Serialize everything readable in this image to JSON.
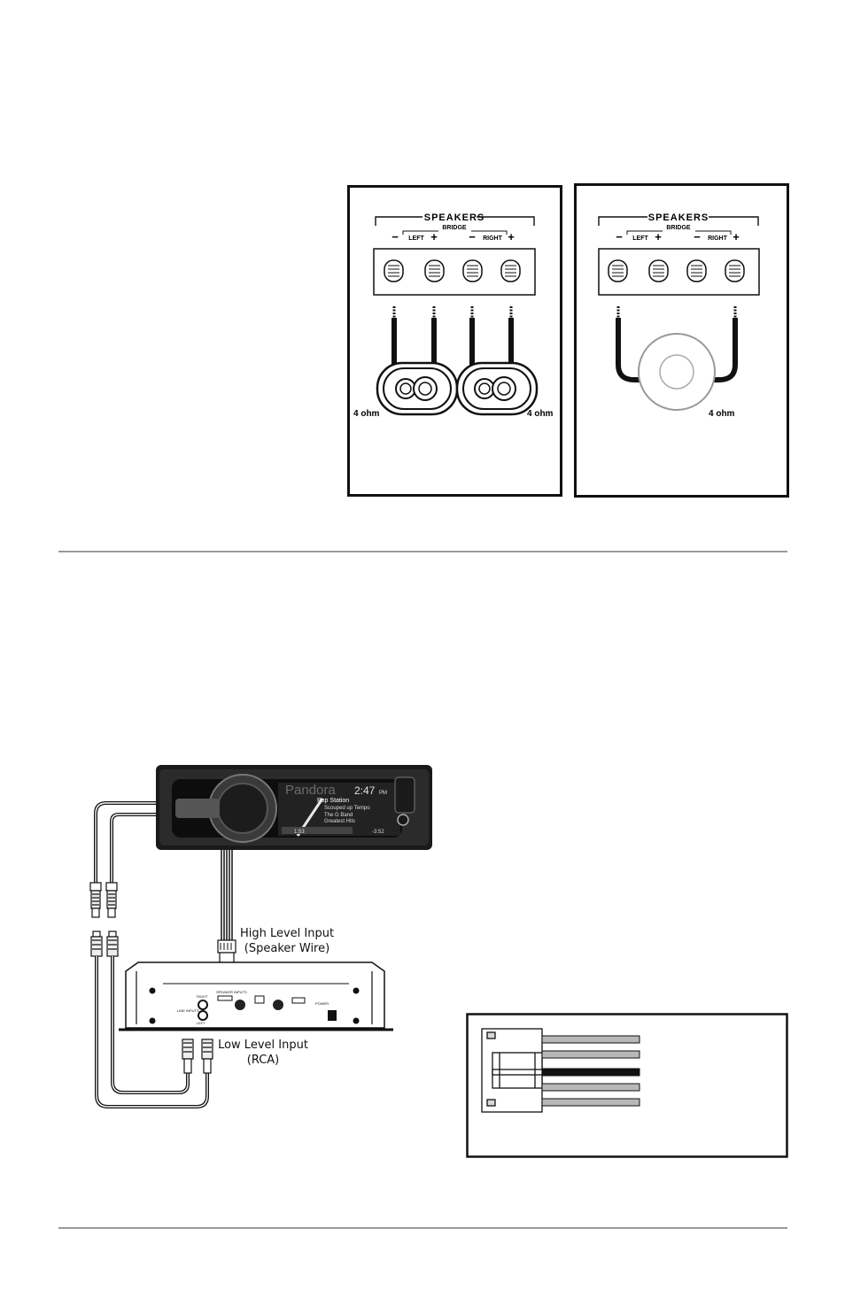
{
  "speaker_panels": [
    {
      "heading": "SPEAKERS",
      "bridge": "BRIDGE",
      "left_label": "LEFT",
      "right_label": "RIGHT",
      "minus": "−",
      "plus": "+",
      "impedance_left": "4 ohm",
      "impedance_right": "4 ohm"
    },
    {
      "heading": "SPEAKERS",
      "bridge": "BRIDGE",
      "left_label": "LEFT",
      "right_label": "RIGHT",
      "minus": "−",
      "plus": "+",
      "impedance": "4 ohm"
    }
  ],
  "head_unit": {
    "source": "Pandora",
    "time": "2:47",
    "ampm": "PM",
    "station": "Pop Station",
    "track": "Scouped up Tempo",
    "artist": "The G Band",
    "album": "Greatest Hits",
    "elapsed": "1:53",
    "remaining": "-3:52"
  },
  "amp_panel": {
    "right": "RIGHT",
    "left": "LEFT",
    "line_inputs": "LINE INPUTS",
    "speaker_inputs": "SPEAKER INPUTS",
    "power": "POWER"
  },
  "labels": {
    "high_level_line1": "High Level Input",
    "high_level_line2": "(Speaker Wire)",
    "low_level_line1": "Low Level Input",
    "low_level_line2": "(RCA)"
  },
  "colors": {
    "wire_black": "#111111",
    "wire_gray": "#b8b8b8",
    "rule": "#9a9a9a"
  }
}
